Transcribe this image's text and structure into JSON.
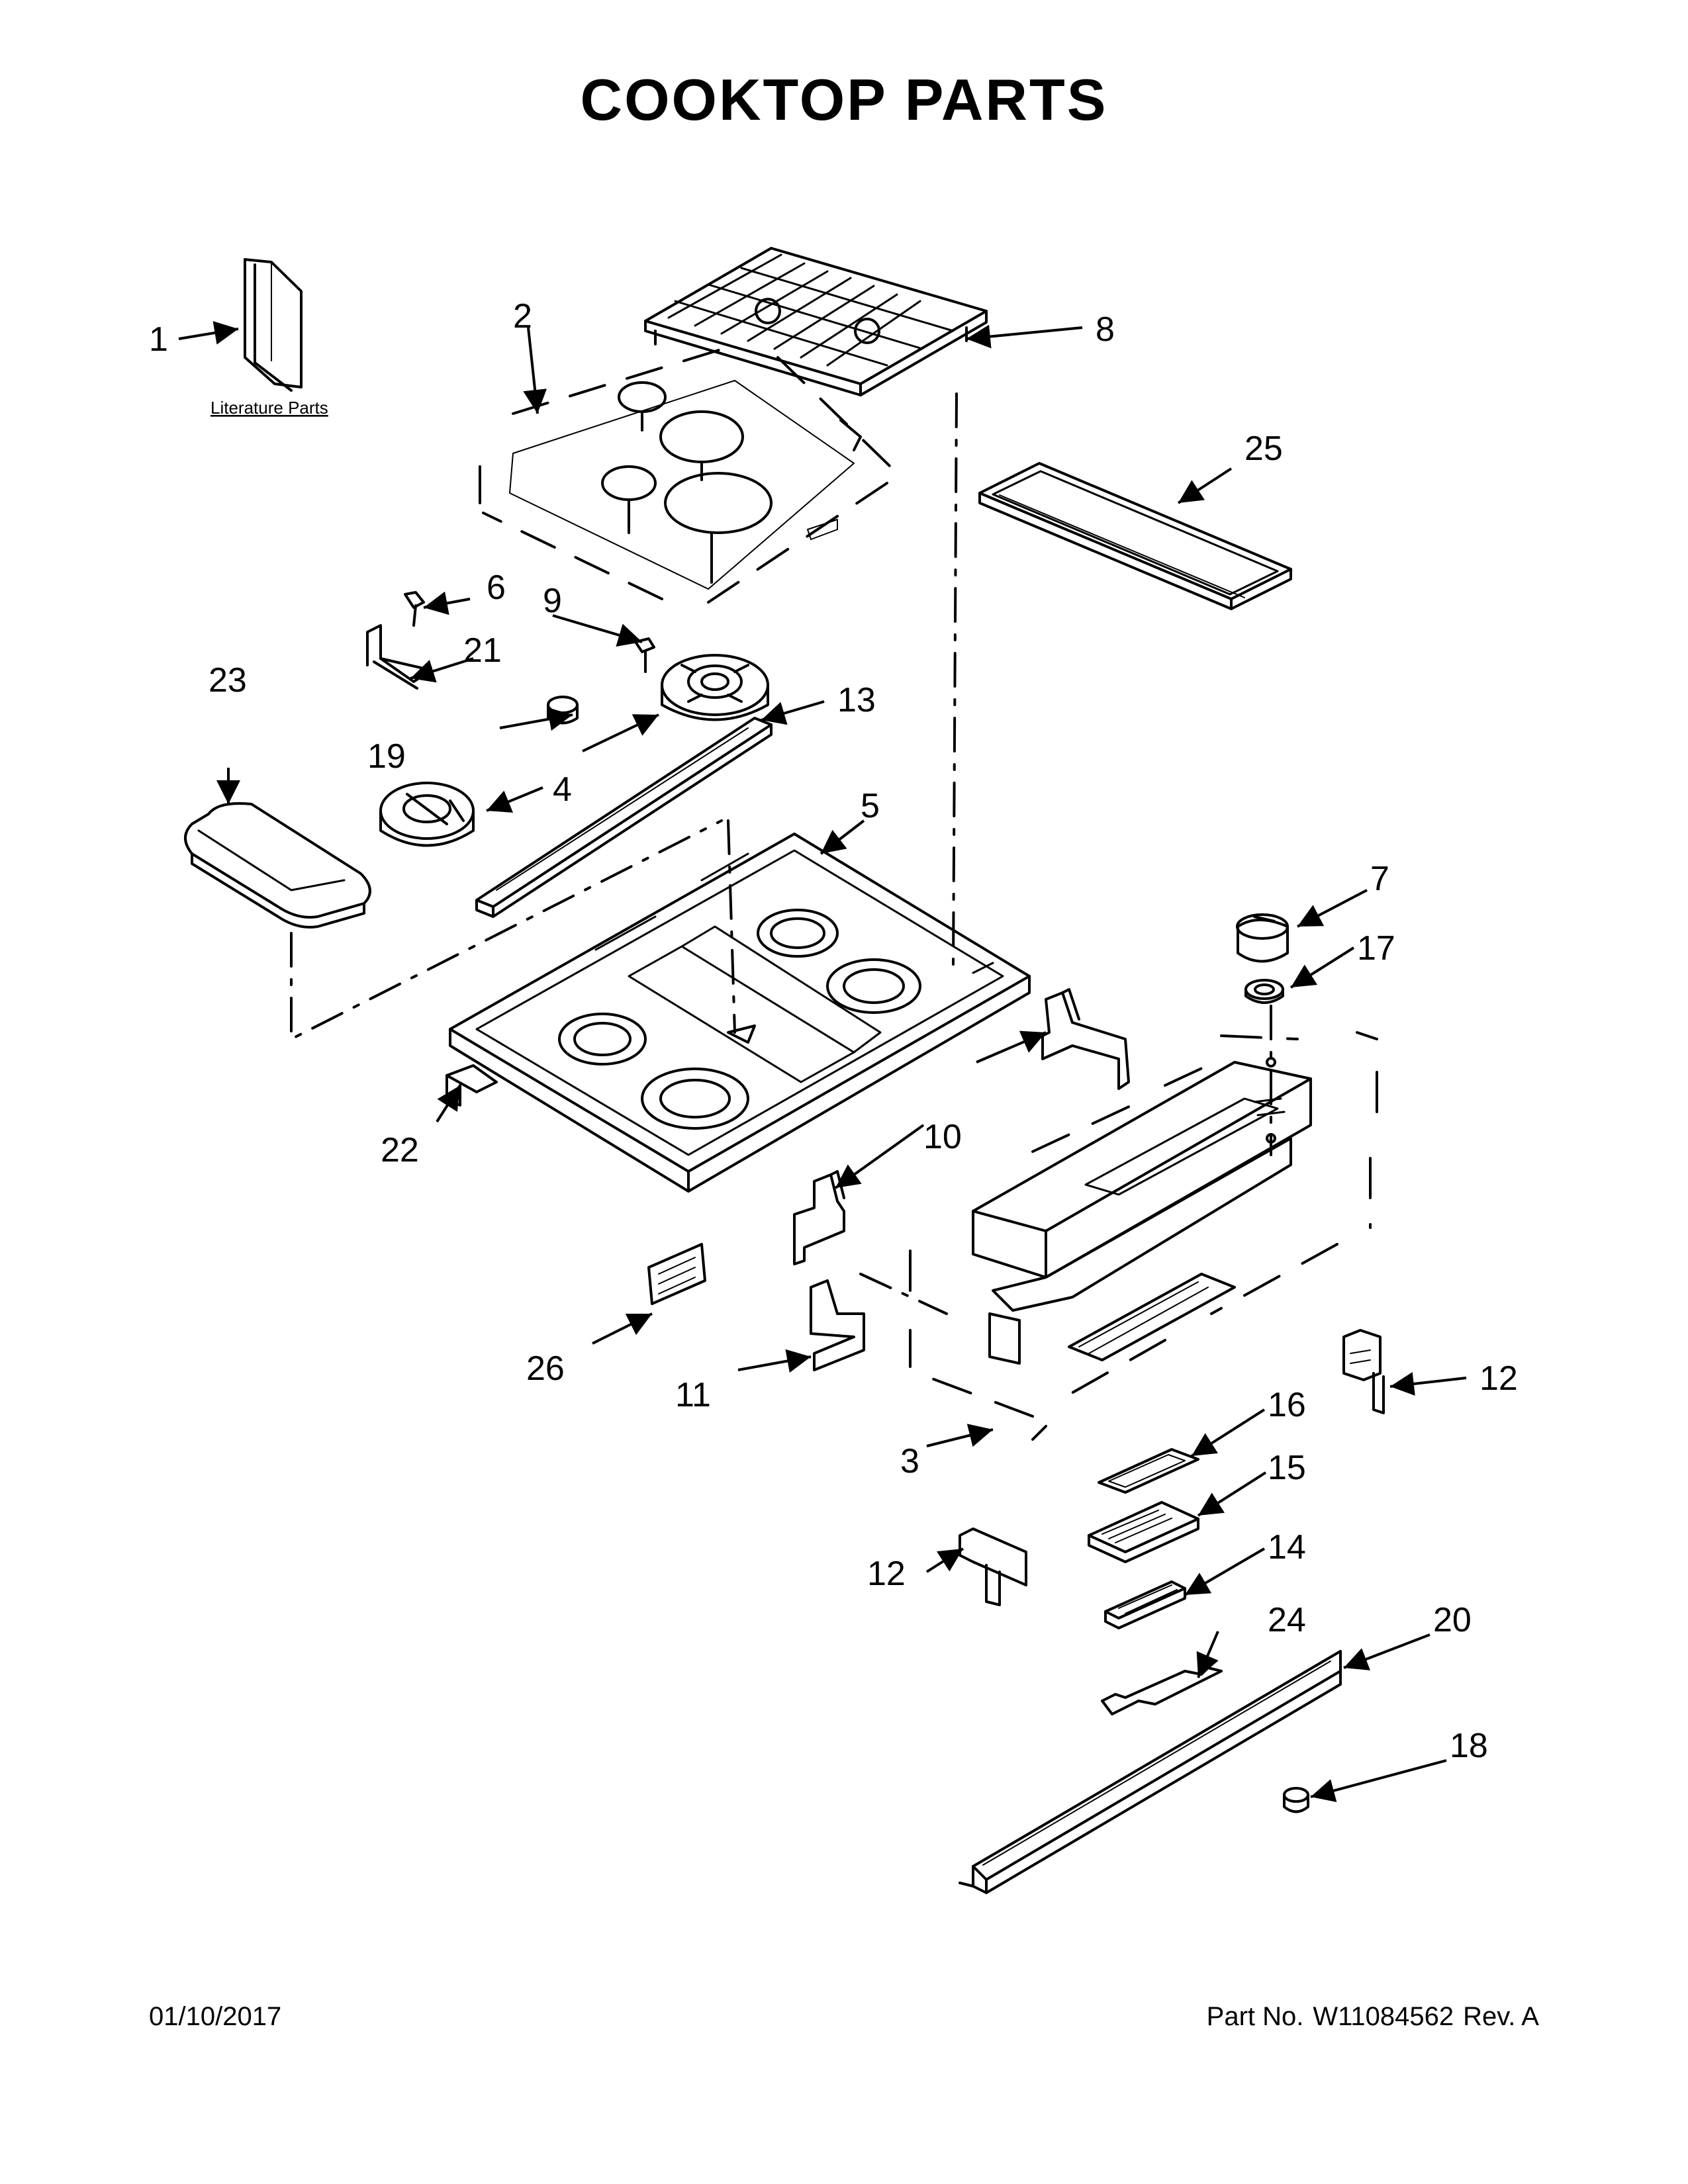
{
  "title": "COOKTOP PARTS",
  "footer": {
    "date": "01/10/2017",
    "part_label": "Part No.",
    "part_number": "W11084562",
    "revision": "Rev. A"
  },
  "literature_label": "Literature Parts",
  "callouts": {
    "c1": "1",
    "c2": "2",
    "c3": "3",
    "c4": "4",
    "c5": "5",
    "c6": "6",
    "c7": "7",
    "c8": "8",
    "c9": "9",
    "c10": "10",
    "c11": "11",
    "c12a": "12",
    "c12b": "12",
    "c13": "13",
    "c14": "14",
    "c15": "15",
    "c16": "16",
    "c17": "17",
    "c18": "18",
    "c19": "19",
    "c20": "20",
    "c21": "21",
    "c22": "22",
    "c23": "23",
    "c24": "24",
    "c25": "25",
    "c26": "26"
  }
}
